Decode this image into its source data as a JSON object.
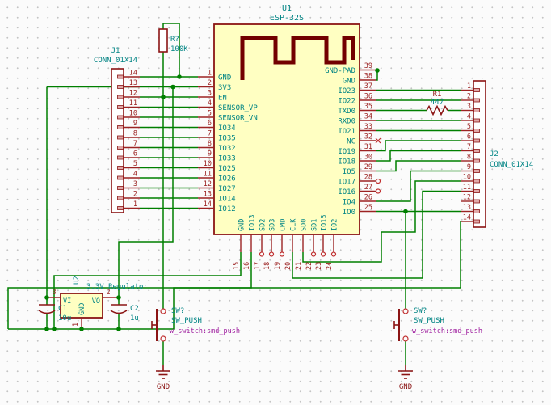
{
  "esp": {
    "ref": "U1",
    "value": "ESP-32S",
    "left_pins": [
      {
        "num": "1",
        "name": "GND"
      },
      {
        "num": "2",
        "name": "3V3"
      },
      {
        "num": "3",
        "name": "EN"
      },
      {
        "num": "4",
        "name": "SENSOR_VP"
      },
      {
        "num": "5",
        "name": "SENSOR_VN"
      },
      {
        "num": "6",
        "name": "IO34"
      },
      {
        "num": "7",
        "name": "IO35"
      },
      {
        "num": "8",
        "name": "IO32"
      },
      {
        "num": "9",
        "name": "IO33"
      },
      {
        "num": "10",
        "name": "IO25"
      },
      {
        "num": "11",
        "name": "IO26"
      },
      {
        "num": "12",
        "name": "IO27"
      },
      {
        "num": "13",
        "name": "IO14"
      },
      {
        "num": "14",
        "name": "IO12"
      }
    ],
    "right_pins": [
      {
        "num": "39",
        "name": "GND-PAD"
      },
      {
        "num": "38",
        "name": "GND"
      },
      {
        "num": "37",
        "name": "IO23"
      },
      {
        "num": "36",
        "name": "IO22"
      },
      {
        "num": "35",
        "name": "TXD0"
      },
      {
        "num": "34",
        "name": "RXD0"
      },
      {
        "num": "33",
        "name": "IO21"
      },
      {
        "num": "32",
        "name": "NC"
      },
      {
        "num": "31",
        "name": "IO19"
      },
      {
        "num": "30",
        "name": "IO18"
      },
      {
        "num": "29",
        "name": "IO5"
      },
      {
        "num": "28",
        "name": "IO17"
      },
      {
        "num": "27",
        "name": "IO16"
      },
      {
        "num": "26",
        "name": "IO4"
      },
      {
        "num": "25",
        "name": "IO0"
      }
    ],
    "bottom_pins": [
      {
        "num": "15",
        "name": "GND"
      },
      {
        "num": "16",
        "name": "IO13"
      },
      {
        "num": "17",
        "name": "SD2"
      },
      {
        "num": "18",
        "name": "SD3"
      },
      {
        "num": "19",
        "name": "CMD"
      },
      {
        "num": "20",
        "name": "CLK"
      },
      {
        "num": "21",
        "name": "SD0"
      },
      {
        "num": "22",
        "name": "SD1"
      },
      {
        "num": "23",
        "name": "IO15"
      },
      {
        "num": "24",
        "name": "IO2"
      }
    ]
  },
  "j1": {
    "ref": "J1",
    "value": "CONN_01X14",
    "pins": [
      "14",
      "13",
      "12",
      "11",
      "10",
      "9",
      "8",
      "7",
      "6",
      "5",
      "4",
      "3",
      "2",
      "1"
    ]
  },
  "j2": {
    "ref": "J2",
    "value": "CONN_01X14",
    "pins": [
      "1",
      "2",
      "3",
      "4",
      "5",
      "6",
      "7",
      "8",
      "9",
      "10",
      "11",
      "12",
      "13",
      "14"
    ]
  },
  "r_pullup": {
    "ref": "R?",
    "value": "100K"
  },
  "r1": {
    "ref": "R1",
    "value": "447"
  },
  "u2": {
    "ref": "U2",
    "value": "3.3V Regulator",
    "pin_vi": "VI",
    "pin_vo": "VO",
    "pin_gnd": "GND",
    "num_vi": "3",
    "num_vo": "2",
    "num_gnd": "1"
  },
  "c1": {
    "ref": "C1",
    "value": "10u"
  },
  "c2": {
    "ref": "C2",
    "value": "1u"
  },
  "sw_left": {
    "ref": "SW?",
    "value": "SW_PUSH",
    "footprint": "w_switch:smd_push"
  },
  "sw_right": {
    "ref": "SW?",
    "value": "SW_PUSH",
    "footprint": "w_switch:smd_push"
  },
  "gnd_left": {
    "label": "GND"
  },
  "gnd_right": {
    "label": "GND"
  },
  "colors": {
    "wire": "#007f00",
    "symbol": "#8b1414",
    "text_label": "#008484",
    "text_pin": "#9c2323",
    "footprint_text": "#a020a0",
    "body_fill": "#ffffc2"
  }
}
